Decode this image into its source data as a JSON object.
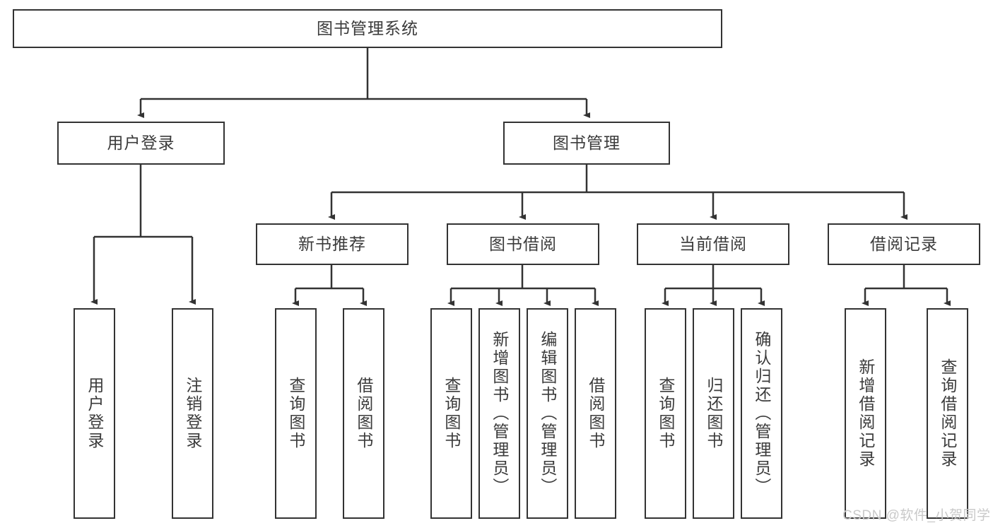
{
  "diagram": {
    "title": "图书管理系统",
    "type": "tree-hierarchy-chart",
    "watermark": "CSDN @软件_小贺同学",
    "colors": {
      "border": "#333333",
      "text": "#3b3b3b",
      "background": "#ffffff",
      "watermark": "#c9c9c9"
    },
    "root": {
      "label": "图书管理系统"
    },
    "level2": [
      {
        "label": "用户登录"
      },
      {
        "label": "图书管理"
      }
    ],
    "level3": [
      {
        "label": "新书推荐"
      },
      {
        "label": "图书借阅"
      },
      {
        "label": "当前借阅"
      },
      {
        "label": "借阅记录"
      }
    ],
    "leaves": {
      "user_login": [
        {
          "label": "用户登录"
        },
        {
          "label": "注销登录"
        }
      ],
      "new_book_recommend": [
        {
          "label": "查询图书"
        },
        {
          "label": "借阅图书"
        }
      ],
      "book_borrow": [
        {
          "label": "查询图书"
        },
        {
          "label": "新增图书（管理员）"
        },
        {
          "label": "编辑图书（管理员）"
        },
        {
          "label": "借阅图书"
        }
      ],
      "current_borrow": [
        {
          "label": "查询图书"
        },
        {
          "label": "归还图书"
        },
        {
          "label": "确认归还（管理员）"
        }
      ],
      "borrow_record": [
        {
          "label": "新增借阅记录"
        },
        {
          "label": "查询借阅记录"
        }
      ]
    }
  }
}
